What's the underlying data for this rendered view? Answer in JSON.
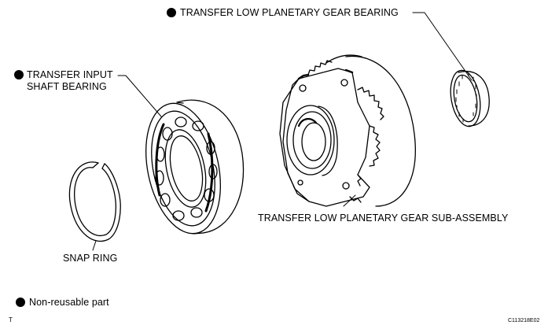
{
  "callouts": {
    "low_planetary_bearing": "TRANSFER LOW PLANETARY GEAR BEARING",
    "input_shaft_bearing_line1": "TRANSFER INPUT",
    "input_shaft_bearing_line2": "SHAFT BEARING",
    "planetary_sub_assembly": "TRANSFER LOW PLANETARY GEAR SUB-ASSEMBLY",
    "snap_ring": "SNAP RING"
  },
  "legend": {
    "non_reusable": "Non-reusable part"
  },
  "corner": {
    "left_mark": "T",
    "figure_code": "C113218E02"
  },
  "colors": {
    "ink": "#000000",
    "paper": "#ffffff"
  }
}
